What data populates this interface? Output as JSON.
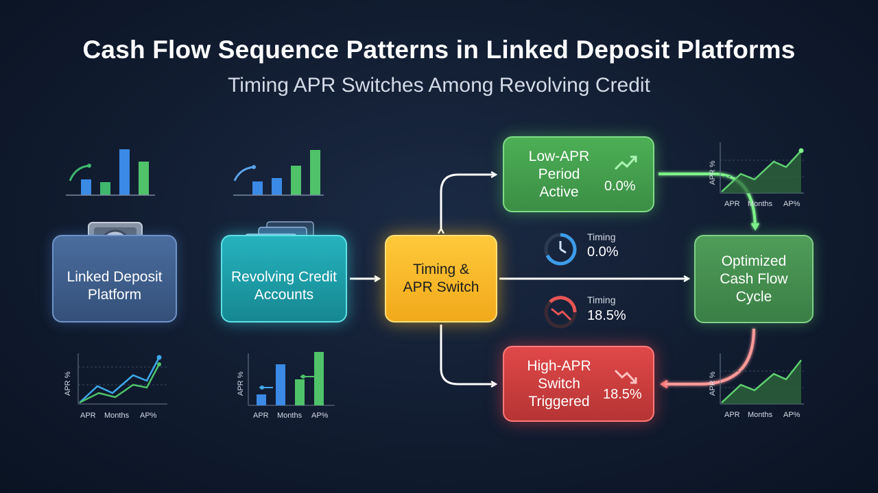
{
  "header": {
    "title": "Cash Flow Sequence Patterns in Linked Deposit Platforms",
    "subtitle": "Timing APR Switches Among Revolving Credit"
  },
  "nodes": {
    "deposit": "Linked Deposit\nPlatform",
    "revolving": "Revolving Credit\nAccounts",
    "timing": "Timing &\nAPR Switch",
    "low": "Low-APR\nPeriod\nActive",
    "low_rate": "0.0%",
    "high": "High-APR\nSwitch\nTriggered",
    "high_rate": "18.5%",
    "optimized": "Optimized\nCash Flow\nCycle"
  },
  "gauges": {
    "low": {
      "caption": "Timing",
      "value": "0.0%"
    },
    "high": {
      "caption": "Timing",
      "value": "18.5%"
    }
  },
  "mini_charts": {
    "left_line": {
      "ylabel": "APR %",
      "xticks": [
        "APR",
        "Months",
        "AP%"
      ]
    },
    "left_bar": {
      "ylabel": "APR %",
      "xticks": [
        "APR",
        "Months",
        "AP%"
      ]
    },
    "right_top": {
      "ylabel": "APR %",
      "xticks": [
        "APR",
        "Months",
        "AP%"
      ]
    },
    "right_bottom": {
      "ylabel": "APR %",
      "xticks": [
        "APR",
        "Months",
        "AP%"
      ]
    }
  },
  "colors": {
    "deposit": "#3f5f8c",
    "revolving": "#1fa3ad",
    "timing": "#f7b928",
    "low": "#45a04e",
    "high": "#cc3d3d",
    "optimized": "#468e50",
    "arrow_blue": "#69c4ff",
    "arrow_green": "#7ff28a",
    "arrow_red": "#ff7f7f"
  },
  "icons": [
    "vault-lock-icon",
    "credit-cards-icon",
    "gear-icon",
    "trend-up-icon",
    "trend-down-icon",
    "clock-gauge-icon"
  ]
}
